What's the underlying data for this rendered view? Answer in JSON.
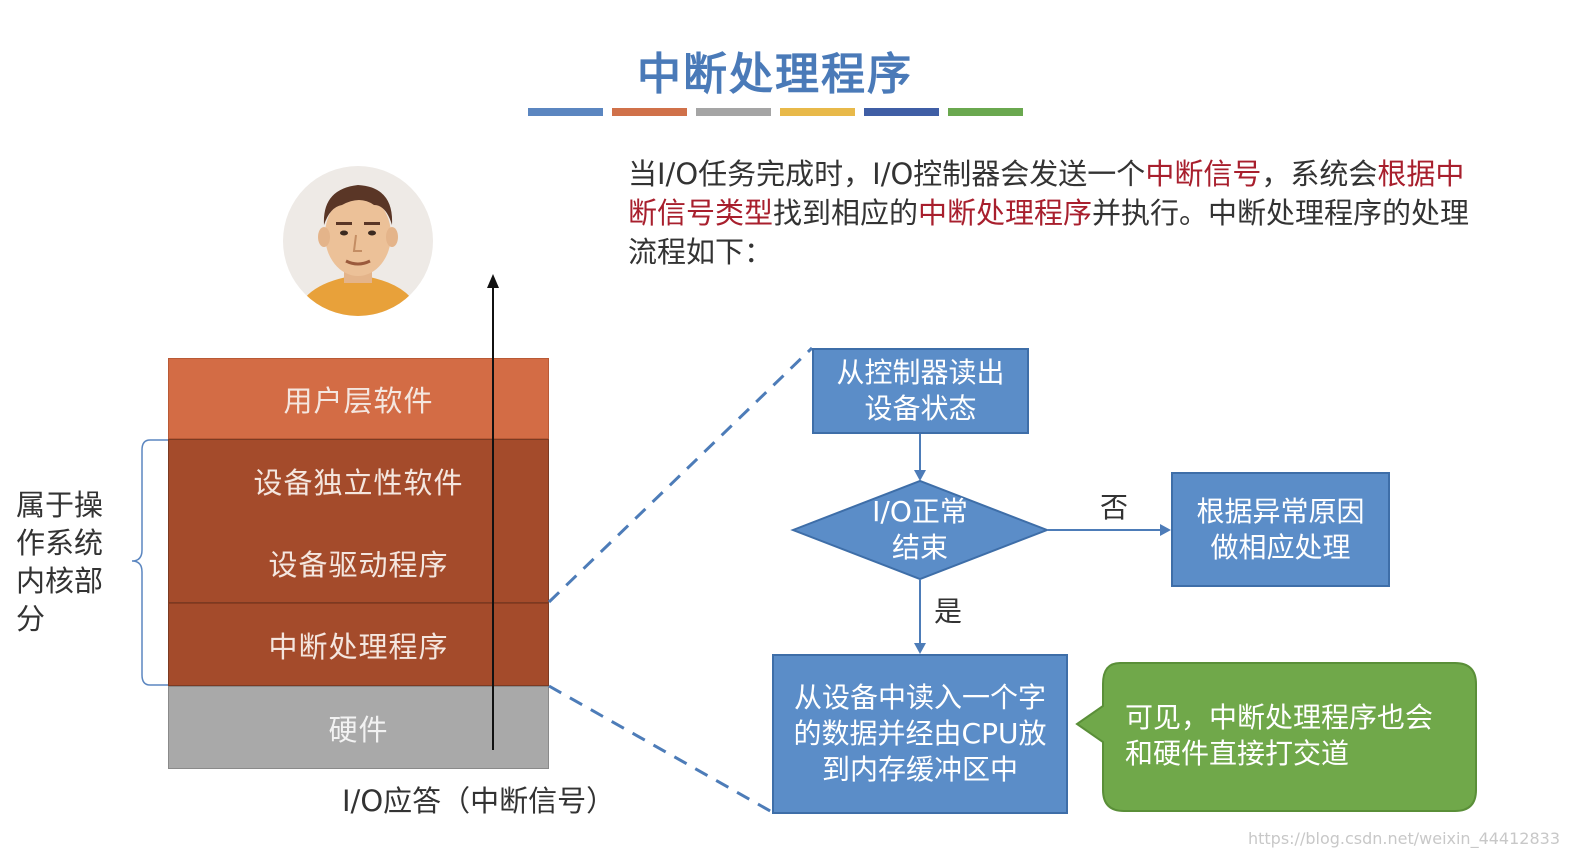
{
  "title": "中断处理程序",
  "title_bar_colors": [
    "#5b86c0",
    "#d0714a",
    "#a5a5a5",
    "#e8b94a",
    "#3f5ea5",
    "#6aa84f"
  ],
  "intro": {
    "p1": "当I/O任务完成时，I/O控制器会发送一个",
    "h1": "中断信号",
    "p2": "，系统会",
    "h2": "根据中断信号类型",
    "p3": "找到相应的",
    "h3": "中断处理程序",
    "p4": "并执行。中断处理程序的处理流程如下："
  },
  "stack": {
    "user_layer": "用户层软件",
    "device_independent": "设备独立性软件",
    "device_driver": "设备驱动程序",
    "interrupt_handler": "中断处理程序",
    "hardware": "硬件"
  },
  "kernel_label": "属于操作系统内核部分",
  "io_reply": "I/O应答（中断信号）",
  "flow": {
    "read_status": "从控制器读出设备状态",
    "decision": "I/O正常结束",
    "no": "否",
    "yes": "是",
    "handle_error": "根据异常原因做相应处理",
    "read_data": "从设备中读入一个字的数据并经由CPU放到内存缓冲区中"
  },
  "callout": "可见，中断处理程序也会和硬件直接打交道",
  "watermark": "https://blog.csdn.net/weixin_44412833"
}
